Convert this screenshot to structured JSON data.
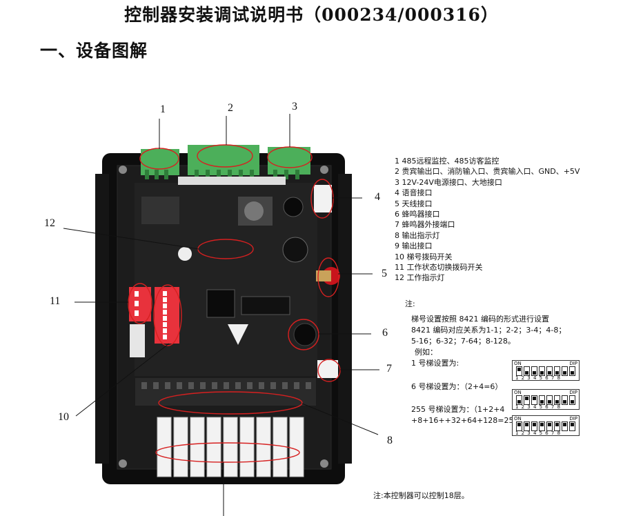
{
  "title": "控制器安装调试说明书（000234/000316）",
  "section": "一、设备图解",
  "callouts": [
    "1",
    "2",
    "3",
    "4",
    "5",
    "6",
    "7",
    "8",
    "10",
    "11",
    "12"
  ],
  "legend": [
    "1 485远程监控、485访客监控",
    "2 贵宾输出口、消防输入口、贵宾输入口、GND、+5V",
    "3 12V-24V电源接口、大地接口",
    "4 语音接口",
    "5 天线接口",
    "6 蜂鸣器接口",
    "7 蜂鸣器外接端口",
    "8 输出指示灯",
    "9 输出接口",
    "10 梯号拨码开关",
    "11 工作状态切换拨码开关",
    "12 工作指示灯"
  ],
  "notes": {
    "label": "注:",
    "line1": "梯号设置按照 8421 编码的形式进行设置",
    "line2": "8421 编码对应关系为1-1；2-2；3-4；4-8；",
    "line3": "5-16；6-32；7-64；8-128。",
    "line4": "例如：",
    "ex1": "1 号梯设置为:",
    "ex2": "6 号梯设置为：（2+4=6）",
    "ex3a": "255 号梯设置为：（1+2+4",
    "ex3b": "+8+16++32+64+128=255）",
    "footer": "注:本控制器可以控制18层。"
  },
  "dip": {
    "on_label": "ON",
    "dp_label": "DIP",
    "numbers": "12345678"
  },
  "colors": {
    "board": "#1a1a1a",
    "case": "#0d0d0d",
    "terminal_green": "#4caf5a",
    "dip_red": "#e8323c",
    "circle_red": "#d62020",
    "connector_white": "#f2f2f2"
  }
}
